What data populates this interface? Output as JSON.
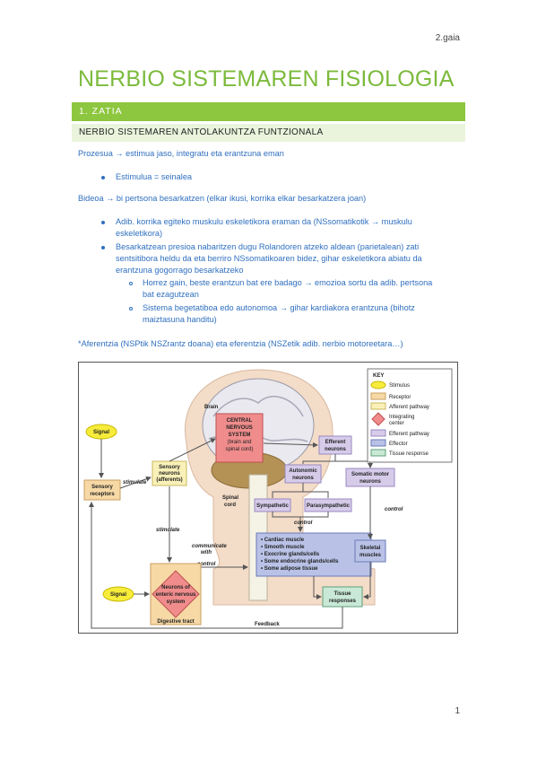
{
  "page": {
    "chapter_label": "2.gaia",
    "title": "NERBIO SISTEMAREN FISIOLOGIA",
    "section": "1. ZATIA",
    "subsection": "NERBIO SISTEMAREN ANTOLAKUNTZA FUNTZIONALA",
    "page_number": "1"
  },
  "body": {
    "p1": "Prozesua → estimua jaso, integratu eta erantzuna eman",
    "p1_bullets": [
      "Estimulua = seinalea"
    ],
    "p2": "Bideoa → bi pertsona besarkatzen (elkar ikusi, korrika elkar besarkatzera joan)",
    "p2_bullets": [
      "Adib. korrika egiteko muskulu eskeletikora eraman da (NSsomatikotik → muskulu",
      "eskeletikora)",
      "Besarkatzean presioa nabaritzen dugu Rolandoren atzeko aldean (parietalean) zati",
      "sentsitibora heldu da eta berriro NSsomatikoaren bidez, gihar eskeletikora abiatu da",
      "erantzuna gogorrago besarkatzeko"
    ],
    "p2_sub": [
      "Horrez gain, beste erantzun bat ere badago → emozioa sortu da adib. pertsona",
      "bat ezagutzean",
      "Sistema begetatiboa edo autonomoa → gihar kardiakora erantzuna (bihotz",
      "maiztasuna handitu)"
    ],
    "p3": "*Aferentzia (NSPtik NSZrantz doana) eta eferentzia (NSZetik adib. nerbio motoreetara…)"
  },
  "figure": {
    "brain": "Brain",
    "cns": [
      "CENTRAL",
      "NERVOUS",
      "SYSTEM",
      "(brain and",
      "spinal cord)"
    ],
    "signal_top": "Signal",
    "sensory_receptors": [
      "Sensory",
      "receptors"
    ],
    "stimulate_1": "stimulate",
    "sensory_neurons": [
      "Sensory",
      "neurons",
      "(afferents)"
    ],
    "efferent_neurons": [
      "Efferent",
      "neurons"
    ],
    "autonomic_neurons": [
      "Autonomic",
      "neurons"
    ],
    "somatic_motor": [
      "Somatic motor",
      "neurons"
    ],
    "spinal_cord": [
      "Spinal",
      "cord"
    ],
    "sympathetic": "Sympathetic",
    "parasympathetic": "Parasympathetic",
    "control_1": "control",
    "control_2": "control",
    "control_3": "control",
    "stimulate_2": "stimulate",
    "communicate": [
      "communicate",
      "with"
    ],
    "effectors": [
      "• Cardiac muscle",
      "• Smooth muscle",
      "• Exocrine glands/cells",
      "• Some endocrine glands/cells",
      "• Some adipose tissue"
    ],
    "skeletal": [
      "Skeletal",
      "muscles"
    ],
    "signal_bottom": "Signal",
    "enteric": [
      "Neurons of",
      "enteric nervous",
      "system"
    ],
    "digestive": "Digestive tract",
    "tissue_responses": [
      "Tissue",
      "responses"
    ],
    "feedback": "Feedback",
    "key_title": "KEY",
    "key": [
      "Stimulus",
      "Receptor",
      "Afferent pathway",
      "Integrating",
      "center",
      "Efferent pathway",
      "Effector",
      "Tissue response"
    ]
  },
  "colors": {
    "accent_green": "#8dc63f",
    "pale_green": "#eaf4dc",
    "text_blue": "#2f6fbf",
    "stimulus": "#f7ec3a",
    "receptor": "#f7d9a6",
    "afferent": "#f9f1b8",
    "integrating": "#f08c8c",
    "efferent": "#d6ccea",
    "effector": "#b9c2e6",
    "tissue": "#c9e9d6"
  }
}
